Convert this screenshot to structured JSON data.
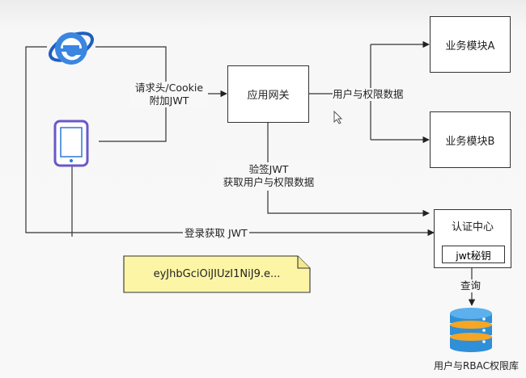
{
  "nodes": {
    "gateway": "应用网关",
    "module_a": "业务模块A",
    "module_b": "业务模块B",
    "auth_center": "认证中心",
    "jwt_secret": "jwt秘钥"
  },
  "edges": {
    "header_cookie_line1": "请求头/Cookie",
    "header_cookie_line2": "附加JWT",
    "user_permission_data": "用户与权限数据",
    "verify_line1": "验签JWT",
    "verify_line2": "获取用户与权限数据",
    "login_get_jwt": "登录获取 JWT",
    "query": "查询"
  },
  "note": {
    "token": "eyJhbGciOiJIUzI1NiJ9.e..."
  },
  "database": {
    "caption": "用户与RBAC权限库"
  },
  "icons": {
    "browser": "ie-browser-icon",
    "tablet": "tablet-icon",
    "database": "database-icon",
    "cursor": "mouse-cursor-icon"
  },
  "colors": {
    "note_fill": "#fdf5a6",
    "db_blue": "#2f8fd8",
    "db_orange": "#f5a623",
    "tablet_blue": "#2a78d6",
    "tablet_purple": "#8a4fc0"
  }
}
